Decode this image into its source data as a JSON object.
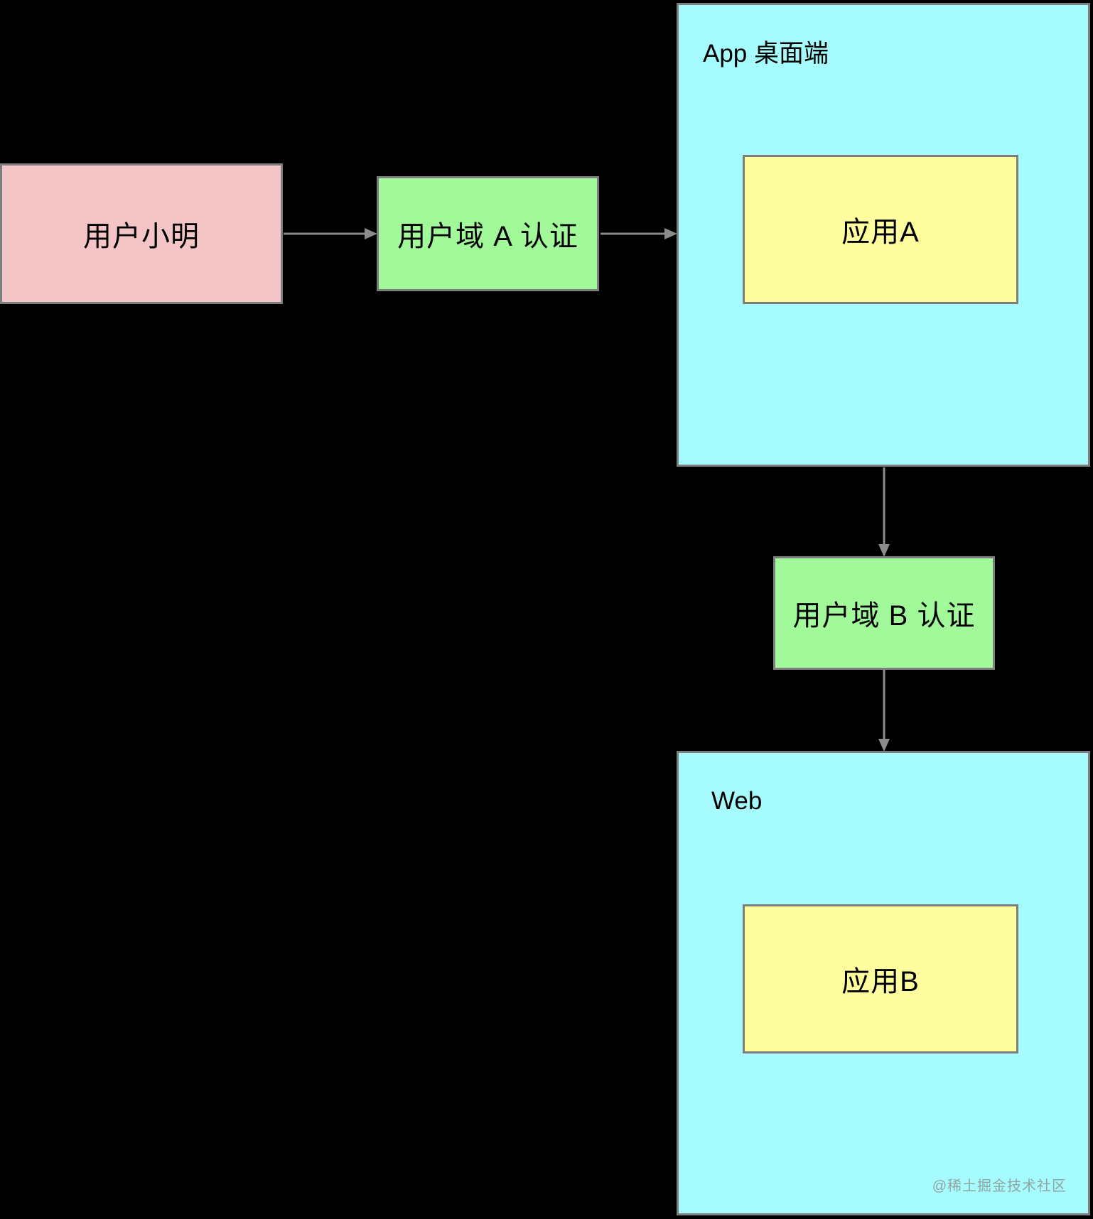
{
  "colors": {
    "background": "#000000",
    "pink": "#F3C5C7",
    "green": "#A2F99A",
    "cyan": "#A6FBFD",
    "yellow": "#FEFE9E",
    "border": "#7E7E7E",
    "arrow": "#8C8C8C",
    "text": "#000000",
    "watermark_color": "#8E9B9B"
  },
  "diagram": {
    "user_box": {
      "label": "用户小明"
    },
    "auth_a_box": {
      "label": "用户域 A 认证"
    },
    "app_container": {
      "title": "App 桌面端",
      "app_box": {
        "label": "应用A"
      }
    },
    "auth_b_box": {
      "label": "用户域 B 认证"
    },
    "web_container": {
      "title": "Web",
      "app_box": {
        "label": "应用B"
      }
    },
    "watermark": "@稀土掘金技术社区"
  }
}
